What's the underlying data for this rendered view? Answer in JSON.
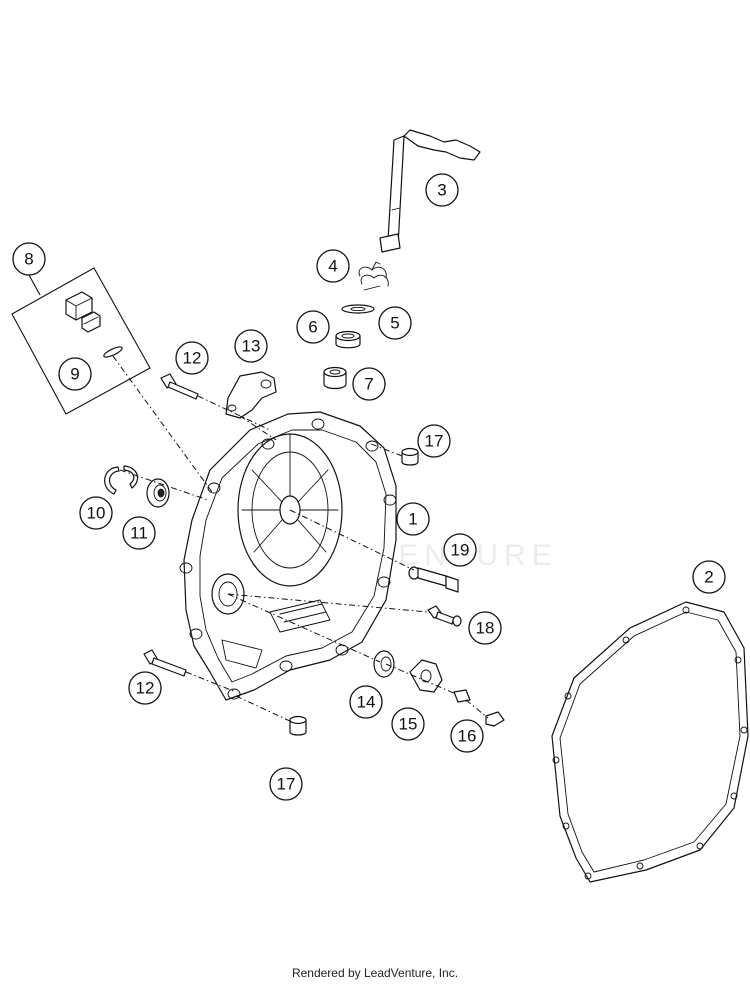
{
  "callouts": [
    {
      "id": "1",
      "label": "1"
    },
    {
      "id": "2",
      "label": "2"
    },
    {
      "id": "3",
      "label": "3"
    },
    {
      "id": "4",
      "label": "4"
    },
    {
      "id": "5",
      "label": "5"
    },
    {
      "id": "6",
      "label": "6"
    },
    {
      "id": "7",
      "label": "7"
    },
    {
      "id": "8",
      "label": "8"
    },
    {
      "id": "9",
      "label": "9"
    },
    {
      "id": "10",
      "label": "10"
    },
    {
      "id": "11",
      "label": "11"
    },
    {
      "id": "12a",
      "label": "12"
    },
    {
      "id": "12b",
      "label": "12"
    },
    {
      "id": "13",
      "label": "13"
    },
    {
      "id": "14",
      "label": "14"
    },
    {
      "id": "15",
      "label": "15"
    },
    {
      "id": "16",
      "label": "16"
    },
    {
      "id": "17a",
      "label": "17"
    },
    {
      "id": "17b",
      "label": "17"
    },
    {
      "id": "18",
      "label": "18"
    },
    {
      "id": "19",
      "label": "19"
    }
  ],
  "footer": {
    "credit": "Rendered by LeadVenture, Inc."
  },
  "colors": {
    "line": "#111111",
    "background": "#ffffff"
  }
}
